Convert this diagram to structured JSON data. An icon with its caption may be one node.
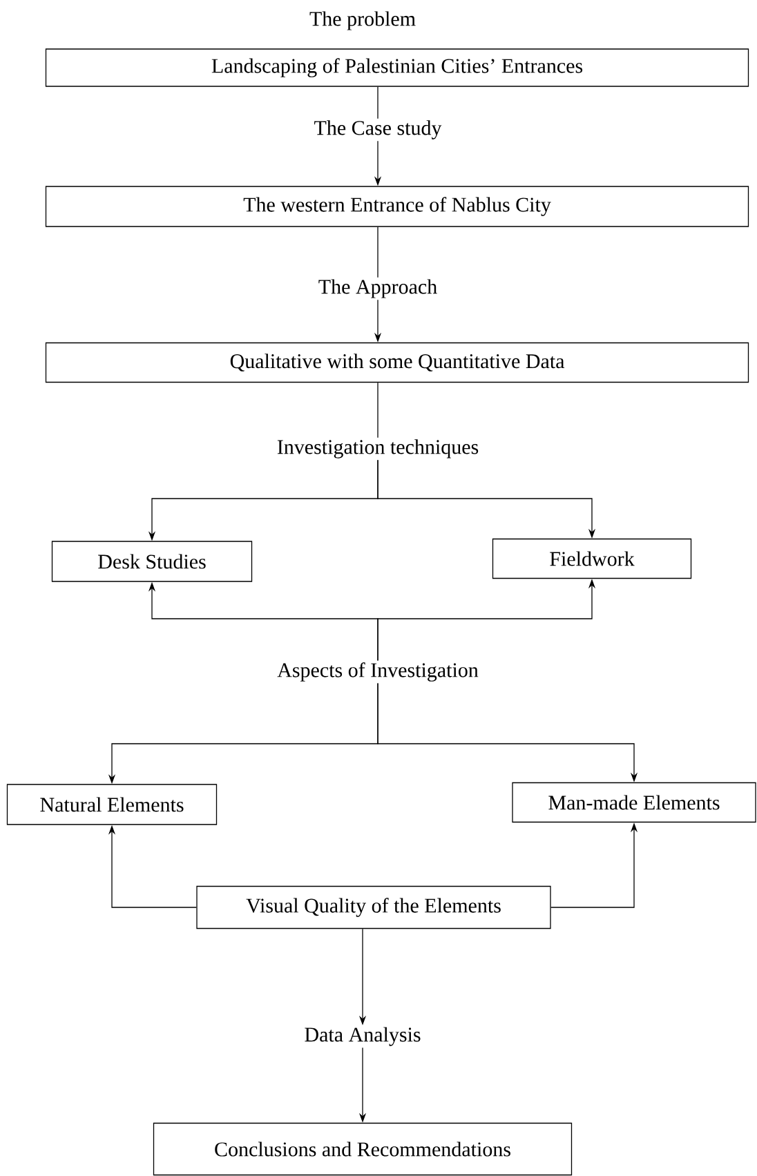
{
  "diagram": {
    "nodes": [
      {
        "text": [
          "The problem",
          "Landscaping of Palestinian Cities’ Entrances"
        ]
      },
      {
        "text": [
          "The Case study"
        ]
      },
      {
        "text": [
          "The western Entrance of Nablus City"
        ]
      },
      {
        "text": [
          "The Approach"
        ]
      },
      {
        "text": [
          "Qualitative with some Quantitative Data"
        ]
      },
      {
        "text": [
          "Investigation techniques"
        ]
      },
      {
        "text": [
          "Desk Studies"
        ]
      },
      {
        "text": [
          "Fieldwork"
        ]
      },
      {
        "text": [
          "Aspects of Investigation"
        ]
      },
      {
        "text": [
          "Natural Elements"
        ]
      },
      {
        "text": [
          "Man-made Elements"
        ]
      },
      {
        "text": [
          "Visual Quality of the Elements"
        ]
      },
      {
        "text": [
          "Data Analysis"
        ]
      },
      {
        "text": [
          "Conclusions and Recommendations"
        ]
      }
    ],
    "edges": [
      {
        "from": 0,
        "to": 1,
        "arrow": "none"
      },
      {
        "from": 1,
        "to": 2,
        "arrow": "to"
      },
      {
        "from": 2,
        "to": 3,
        "arrow": "none"
      },
      {
        "from": 3,
        "to": 4,
        "arrow": "to"
      },
      {
        "from": 4,
        "to": 5,
        "arrow": "none"
      },
      {
        "from": 5,
        "to": 6,
        "arrow": "to"
      },
      {
        "from": 5,
        "to": 7,
        "arrow": "to"
      },
      {
        "from": 8,
        "to": 6,
        "arrow": "to"
      },
      {
        "from": 8,
        "to": 7,
        "arrow": "to"
      },
      {
        "from": 8,
        "to": 9,
        "arrow": "to"
      },
      {
        "from": 8,
        "to": 10,
        "arrow": "to"
      },
      {
        "from": 11,
        "to": 9,
        "arrow": "to"
      },
      {
        "from": 11,
        "to": 10,
        "arrow": "to"
      },
      {
        "from": 11,
        "to": 12,
        "arrow": "to"
      },
      {
        "from": 12,
        "to": 13,
        "arrow": "to"
      }
    ]
  }
}
